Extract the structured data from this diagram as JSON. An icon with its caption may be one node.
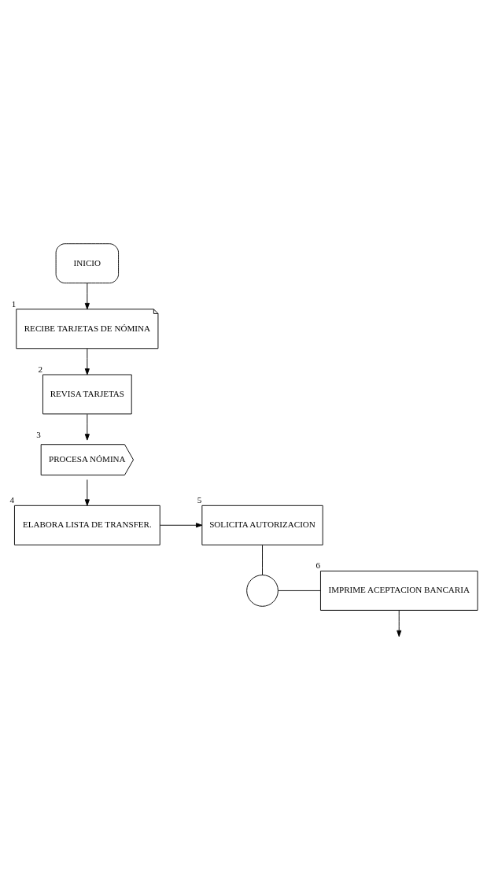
{
  "diagram": {
    "nodes": [
      {
        "text": [
          "INICIO"
        ]
      },
      {
        "text": [
          "RECIBE TARJETAS DE NÓMINA"
        ],
        "beside": [
          "1"
        ]
      },
      {
        "text": [
          "REVISA TARJETAS"
        ],
        "beside": [
          "2"
        ]
      },
      {
        "text": [
          "PROCESA NÓMINA"
        ],
        "beside": [
          "3"
        ]
      },
      {
        "text": [
          "ELABORA LISTA DE TRANSFER."
        ],
        "beside": [
          "4"
        ]
      },
      {
        "text": [
          "SOLICITA AUTORIZACION"
        ],
        "beside": [
          "5"
        ]
      },
      {
        "text": [
          "IMPRIME ACEPTACION BANCARIA"
        ],
        "beside": [
          "6"
        ]
      },
      {
        "text": [],
        "shape": "circle"
      }
    ],
    "edges": [
      {
        "from": 0,
        "to": 1,
        "arrow": "to"
      },
      {
        "from": 1,
        "to": 2,
        "arrow": "to"
      },
      {
        "from": 2,
        "to": 3,
        "arrow": "to"
      },
      {
        "from": 3,
        "to": 4,
        "arrow": "to"
      },
      {
        "from": 4,
        "to": 5,
        "arrow": "to"
      },
      {
        "from": 5,
        "to": 7,
        "arrow": "none"
      },
      {
        "from": 7,
        "to": 6,
        "arrow": "none"
      },
      {
        "from": 6,
        "to": null,
        "arrow": "to"
      }
    ]
  }
}
